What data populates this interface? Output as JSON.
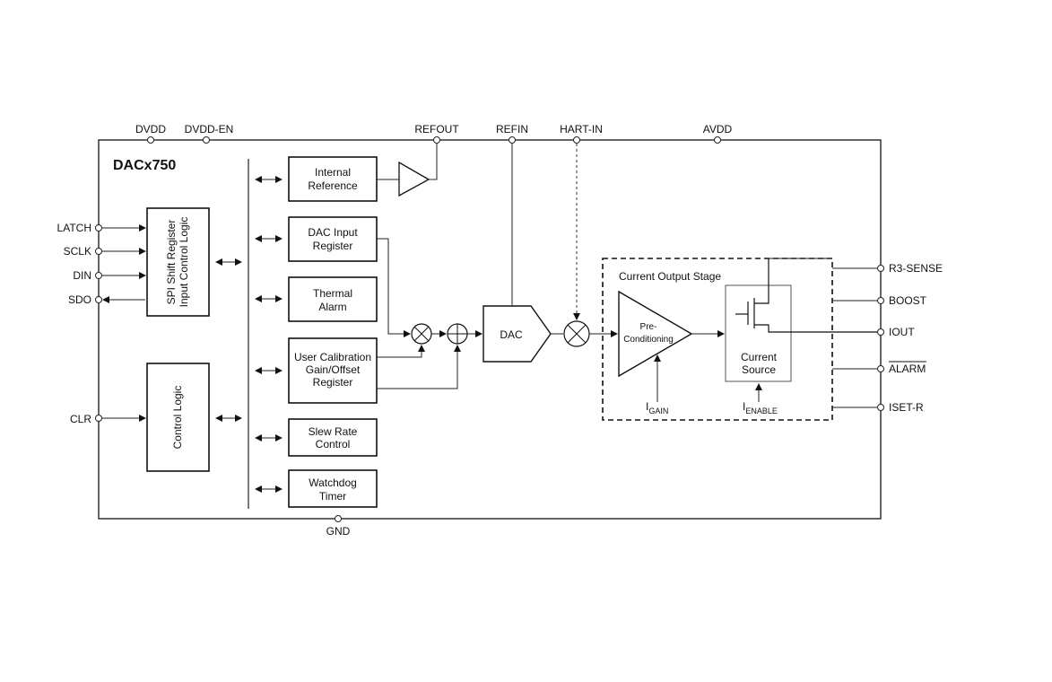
{
  "title": "DACx750",
  "pins": {
    "top": [
      "DVDD",
      "DVDD-EN",
      "REFOUT",
      "REFIN",
      "HART-IN",
      "AVDD"
    ],
    "left": [
      "LATCH",
      "SCLK",
      "DIN",
      "SDO",
      "CLR"
    ],
    "right": [
      "R3-SENSE",
      "BOOST",
      "IOUT",
      "ALARM",
      "ISET-R"
    ],
    "bottom": [
      "GND"
    ]
  },
  "blocks": {
    "spi": [
      "SPI Shift Register",
      "Input Control Logic"
    ],
    "control_logic": "Control Logic",
    "internal_reference": [
      "Internal",
      "Reference"
    ],
    "dac_input_register": [
      "DAC Input",
      "Register"
    ],
    "thermal_alarm": [
      "Thermal",
      "Alarm"
    ],
    "user_calibration": [
      "User Calibration",
      "Gain/Offset",
      "Register"
    ],
    "slew_rate": [
      "Slew Rate",
      "Control"
    ],
    "watchdog": [
      "Watchdog",
      "Timer"
    ],
    "dac": "DAC",
    "current_output_stage": "Current Output Stage",
    "preconditioning": [
      "Pre-",
      "Conditioning"
    ],
    "current_source": [
      "Current",
      "Source"
    ],
    "i_gain": {
      "main": "I",
      "sub": "GAIN"
    },
    "i_enable": {
      "main": "I",
      "sub": "ENABLE"
    }
  }
}
